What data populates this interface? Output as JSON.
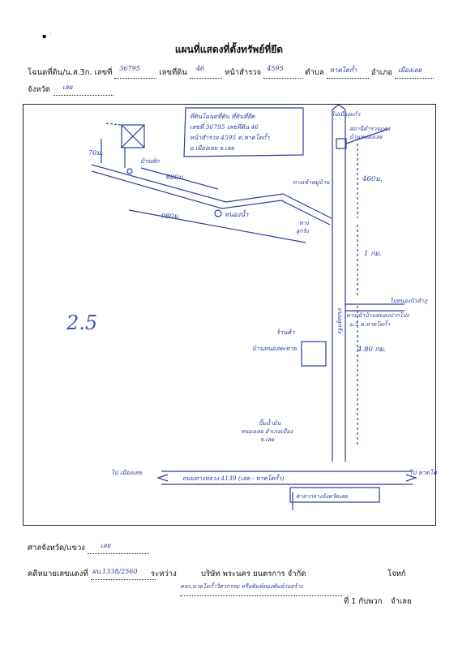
{
  "title": "แผนที่แสดงที่ตั้งทรัพย์ที่ยึด",
  "header": {
    "deed_label": "โฉนดที่ดิน/น.ส.3ก. เลขที่",
    "deed_no": "36795",
    "land_no_label": "เลขที่ดิน",
    "land_no": "46",
    "survey_page_label": "หน้าสำรวจ",
    "survey_page": "4595",
    "tambon_label": "ตำบล",
    "tambon": "หาดโตก้ำ",
    "amphoe_label": "อำเภอ",
    "amphoe": "เมืองเลย",
    "province_label": "จังหวัด",
    "province": "เลย"
  },
  "map": {
    "property_note": [
      "ที่ดินโฉนดที่ดิน ที่ดินที่ยึด",
      "เลขที่ 36795 เลขที่ดิน 46",
      "หน้าสำรวจ 4595 ต.หาดโตก้ำ",
      "อ.เมืองเลย จ.เลย"
    ],
    "width_label": "70ม.",
    "old_house": "บ้านพัก",
    "dist_680": "680ม.",
    "dist_980": "980ม.",
    "pond": "หนองน้ำ",
    "road_1": "ทางเข้าหมู่บ้าน",
    "road_2": "ทาง",
    "road_3": "ลูกรัง",
    "north_label": "ไปเมืองแก้ว",
    "school_label": [
      "สถานีตำรวจภูธร",
      "บ้านหนองเลย"
    ],
    "dist_460": "460ม.",
    "dist_1km": "1 กม.",
    "bridge_label": "ไปหนองบัวลำภู",
    "village_label": [
      "ทางเข้าบ้านหนองปากโปง",
      "ม.5 ต.หาดโตก้ำ"
    ],
    "temple_label": [
      "ร้านค้า",
      "บ้านหนองพะทาย"
    ],
    "dist_480": "4.80 กม.",
    "gas_label": [
      "ปั๊มน้ำมัน",
      "หนองเลย อำเภอเมือง",
      "จ.เลย"
    ],
    "highway_label": "ถนนทางหลวง 4139 (เลย - หาดโตก้ำ)",
    "left_end": "ไป เมืองเลย",
    "right_end": "ไป หาดโตก้ำ",
    "bottom_sign": "ศาลากลางจังหวัดเลย",
    "margin_mark": "2.5",
    "road_vertical": "ถนนลูกรัง"
  },
  "footer": {
    "court_label": "ศาลจังหวัด/แขวง",
    "court": "เลย",
    "case_label": "คดีหมายเลขแดงที่",
    "case_no": "ผบ.1338/2560",
    "between": "ระหว่าง",
    "plaintiff": "บริษัท พระนคร ยนตรการ จำกัด",
    "plaintiff_role": "โจทก์",
    "defendant": "หจก.หาดโตก้ำวิศวกรรม หรือพิมพ์ทองพันธ์ก่อสร้าง",
    "defendant_suffix": "ที่ 1 กับพวก",
    "defendant_role": "จำเลย"
  }
}
